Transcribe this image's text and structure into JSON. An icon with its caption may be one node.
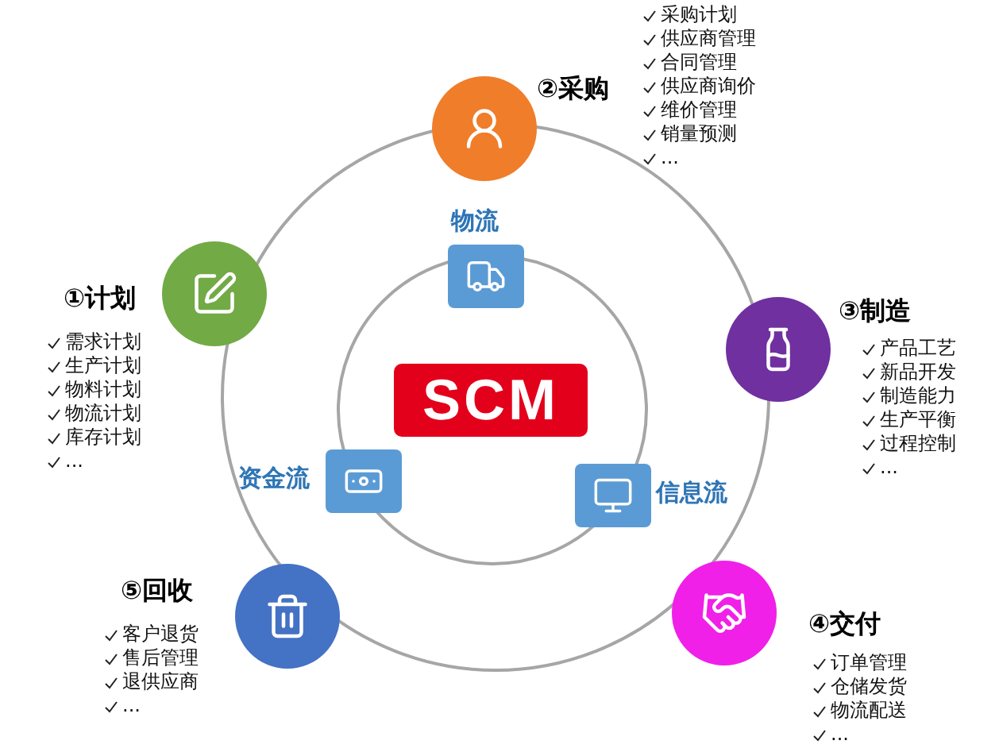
{
  "diagram": {
    "nodes": [
      {
        "text": [
          "②采购"
        ],
        "beside": [
          "采购计划",
          "供应商管理",
          "合同管理",
          "供应商询价",
          "维价管理",
          "销量预测",
          "..."
        ]
      },
      {
        "text": [
          "①计划"
        ],
        "beside": [
          "需求计划",
          "生产计划",
          "物料计划",
          "物流计划",
          "库存计划",
          "..."
        ]
      },
      {
        "text": [
          "③制造"
        ],
        "beside": [
          "产品工艺",
          "新品开发",
          "制造能力",
          "生产平衡",
          "过程控制",
          "..."
        ]
      },
      {
        "text": [
          "⑤回收"
        ],
        "beside": [
          "客户退货",
          "售后管理",
          "退供应商",
          "..."
        ]
      },
      {
        "text": [
          "④交付"
        ],
        "beside": [
          "订单管理",
          "仓储发货",
          "物流配送",
          "..."
        ]
      },
      {
        "text": [
          "物流"
        ]
      },
      {
        "text": [
          "SCM"
        ]
      },
      {
        "text": [
          "资金流"
        ]
      },
      {
        "text": [
          "信息流"
        ]
      }
    ]
  }
}
